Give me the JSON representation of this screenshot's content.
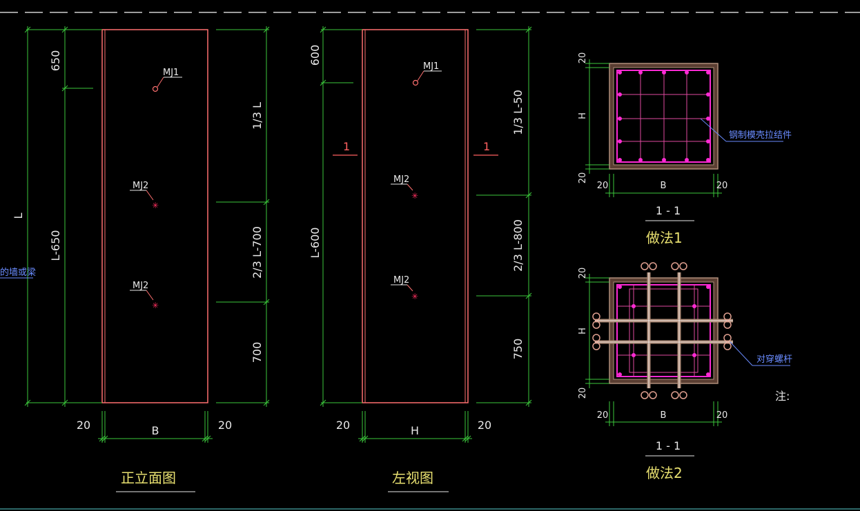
{
  "front_view": {
    "title": "正立面图",
    "dim_top": "650",
    "dim_left_lower": "L-650",
    "dim_overall": "L",
    "dim_right_top": "1/3 L",
    "dim_right_mid": "2/3 L-700",
    "dim_right_bottom": "700",
    "dim_bottom_left": "20",
    "dim_bottom_center": "B",
    "dim_bottom_right": "20",
    "label_mj1": "MJ1",
    "label_mj2a": "MJ2",
    "label_mj2b": "MJ2",
    "edge_label": "的墙或梁"
  },
  "side_view": {
    "title": "左视图",
    "dim_top": "600",
    "dim_left_lower": "L-600",
    "dim_right_top": "1/3 L-50",
    "dim_right_mid": "2/3 L-800",
    "dim_right_bottom": "750",
    "dim_bottom_left": "20",
    "dim_bottom_center": "H",
    "dim_bottom_right": "20",
    "label_mj1": "MJ1",
    "label_mj2a": "MJ2",
    "label_mj2b": "MJ2",
    "section_mark_left": "1",
    "section_mark_right": "1"
  },
  "section1": {
    "section_label": "1 - 1",
    "method_label": "做法1",
    "dim_top": "20",
    "dim_side": "H",
    "dim_bottom": "20",
    "dim_bl": "20",
    "dim_b": "B",
    "dim_br": "20",
    "callout": "钢制模壳拉结件"
  },
  "section2": {
    "section_label": "1 - 1",
    "method_label": "做法2",
    "dim_top": "20",
    "dim_side": "H",
    "dim_bottom": "20",
    "dim_bl": "20",
    "dim_b": "B",
    "dim_br": "20",
    "callout": "对穿螺杆",
    "note": "注:"
  },
  "colors": {
    "dimension": "#3cc83c",
    "outline": "#ff7070",
    "rebar": "#ff2ad4",
    "formwork": "#b08e7a",
    "text": "#e8e8e8",
    "title": "#e8e070",
    "callout": "#6a8cff"
  }
}
